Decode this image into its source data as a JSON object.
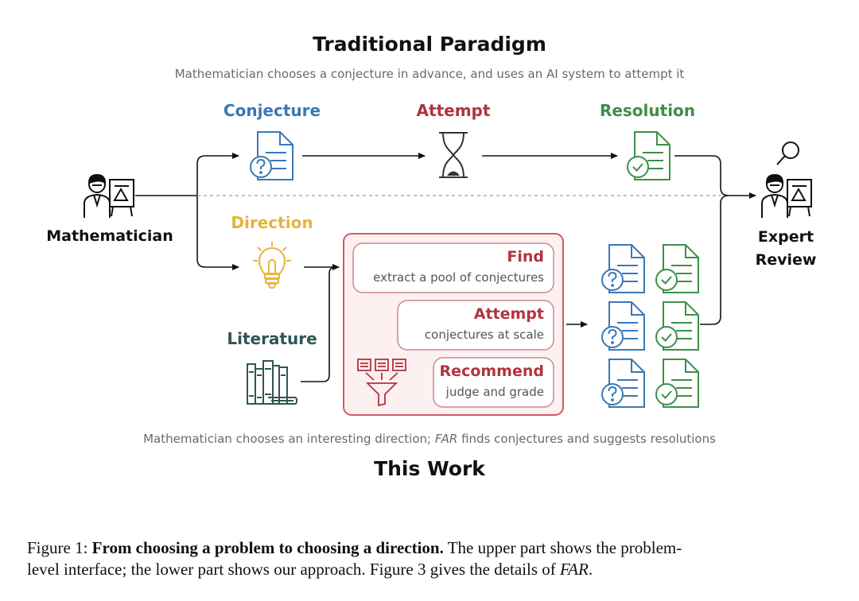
{
  "top": {
    "title": "Traditional Paradigm",
    "subtitle": "Mathematician chooses a conjecture in advance, and uses an AI system to attempt it",
    "stages": {
      "conjecture": "Conjecture",
      "attempt": "Attempt",
      "resolution": "Resolution"
    }
  },
  "actors": {
    "mathematician": "Mathematician",
    "expert_line1": "Expert",
    "expert_line2": "Review"
  },
  "bottom": {
    "direction": "Direction",
    "literature": "Literature",
    "steps": [
      {
        "title": "Find",
        "desc": "extract a pool of conjectures"
      },
      {
        "title": "Attempt",
        "desc": "conjectures at scale"
      },
      {
        "title": "Recommend",
        "desc": "judge and grade"
      }
    ],
    "subtitle_pre": "Mathematician chooses an interesting direction;",
    "subtitle_far": "FAR",
    "subtitle_post": "finds conjectures and suggests resolutions",
    "title": "This Work"
  },
  "caption": {
    "prefix": "Figure 1:",
    "bold": "From choosing a problem to choosing a direction.",
    "rest1": "The upper part shows the problem-",
    "rest2a": "level interface; the lower part shows our approach. Figure 3 gives the details of",
    "far": "FAR",
    "rest2b": "."
  },
  "colors": {
    "conjecture": "#3a78b5",
    "attempt": "#b2333d",
    "resolution": "#3d8f47",
    "direction": "#e6b43c",
    "literature": "#2f5653",
    "box_border": "#cf5a63",
    "box_fill": "#fcf0f1"
  },
  "icons": [
    "document-question-icon",
    "hourglass-icon",
    "document-check-icon",
    "mathematician-icon",
    "expert-review-icon",
    "magnifier-icon",
    "lightbulb-icon",
    "books-icon",
    "funnel-icon"
  ]
}
